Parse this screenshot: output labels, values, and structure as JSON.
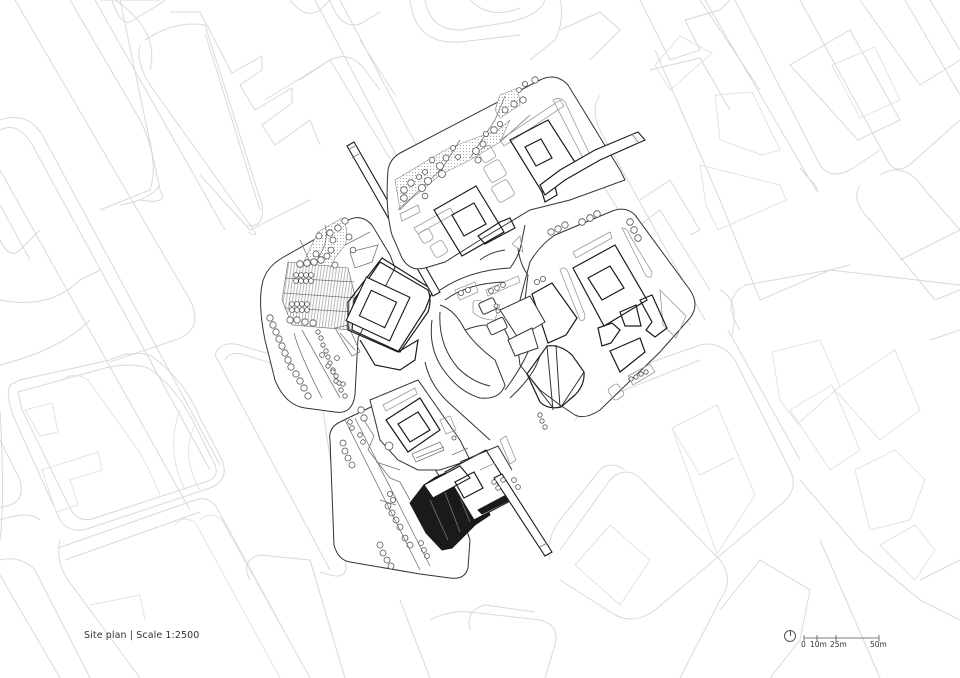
{
  "drawing": {
    "title": "Site plan",
    "separator": "|",
    "scale_text": "Scale 1:2500",
    "line_color": "#333333",
    "context_color": "#d9d9d9",
    "highlight_building_color": "#1a1a1a"
  },
  "scale_bar": {
    "north_icon": "north-arrow-icon",
    "ticks": [
      "0",
      "10m",
      "25m",
      "50m"
    ]
  }
}
